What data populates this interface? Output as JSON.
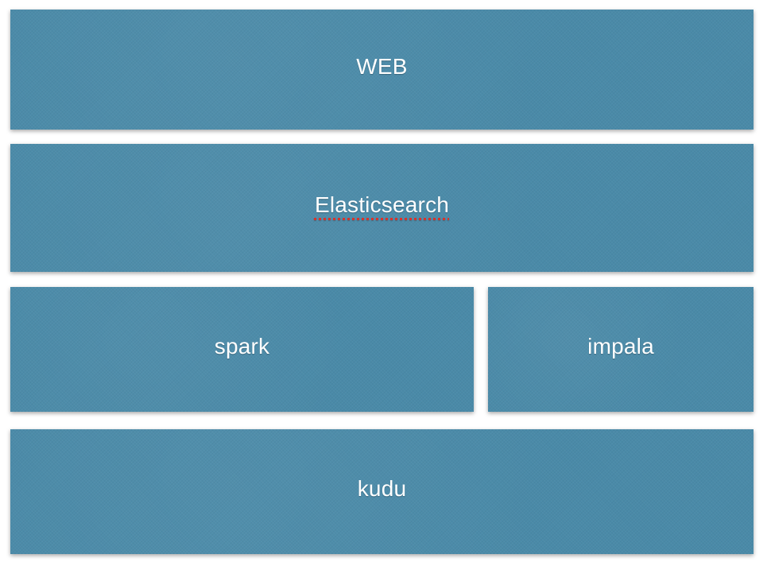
{
  "diagram": {
    "layers": [
      {
        "id": "web",
        "label": "WEB"
      },
      {
        "id": "elasticsearch",
        "label": "Elasticsearch"
      },
      {
        "id": "spark",
        "label": "spark"
      },
      {
        "id": "impala",
        "label": "impala"
      },
      {
        "id": "kudu",
        "label": "kudu"
      }
    ]
  },
  "colors": {
    "block_fill": "#4a8aa8",
    "text": "#ffffff",
    "spellcheck_underline": "#d9332b"
  }
}
